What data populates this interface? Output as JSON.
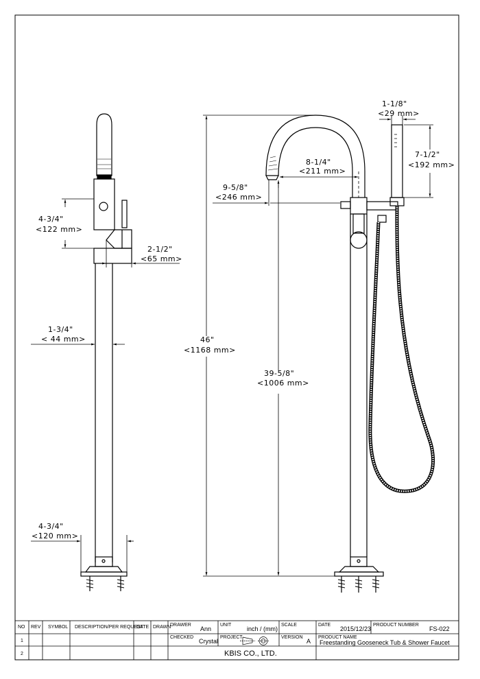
{
  "dimensions": {
    "handle_height": {
      "imperial": "4-3/4\"",
      "metric": "<122 mm>"
    },
    "lever_depth": {
      "imperial": "2-1/2\"",
      "metric": "<65 mm>"
    },
    "pipe_diameter": {
      "imperial": "1-3/4\"",
      "metric": "< 44 mm>"
    },
    "base_width": {
      "imperial": "4-3/4\"",
      "metric": "<120 mm>"
    },
    "total_height": {
      "imperial": "46\"",
      "metric": "<1168 mm>"
    },
    "spout_height": {
      "imperial": "39-5/8\"",
      "metric": "<1006 mm>"
    },
    "spout_reach": {
      "imperial": "8-1/4\"",
      "metric": "<211 mm>"
    },
    "offset_reach": {
      "imperial": "9-5/8\"",
      "metric": "<246 mm>"
    },
    "handshower_width": {
      "imperial": "1-1/8\"",
      "metric": "<29 mm>"
    },
    "handshower_length": {
      "imperial": "7-1/2\"",
      "metric": "<192 mm>"
    }
  },
  "title_block": {
    "headers": {
      "no": "NO",
      "rev": "REV",
      "symbol": "SYMBOL",
      "description": "DESCRIPTION/PER REQUEST",
      "date": "DATE",
      "drawn": "DRAWN",
      "drawer": "DRAWER",
      "checked": "CHECKED",
      "unit": "UNIT",
      "project": "PROJECT",
      "scale": "SCALE",
      "version": "VERSION",
      "date2": "DATE",
      "product_number": "PRODUCT NUMBER",
      "product_name": "PRODUCT NAME"
    },
    "rows": [
      "1",
      "2"
    ],
    "drawer": "Ann",
    "checked": "Crystal",
    "unit": "inch / (mm)",
    "version": "A",
    "date": "2015/12/23",
    "product_number": "FS-022",
    "company": "KBIS CO., LTD.",
    "product_name": "Freestanding Gooseneck Tub & Shower Faucet"
  }
}
